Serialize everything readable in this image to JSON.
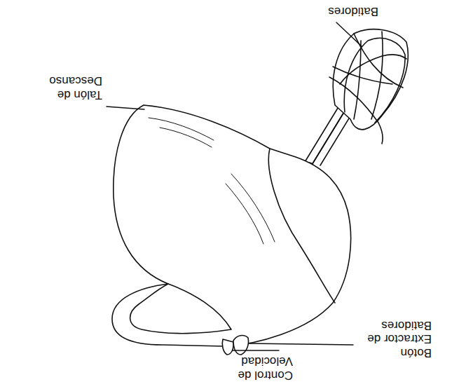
{
  "diagram": {
    "labels": [
      "Batidores",
      "Talón de Descanso",
      "Botón Extractor de Batidores",
      "Control de Velocidad"
    ]
  }
}
